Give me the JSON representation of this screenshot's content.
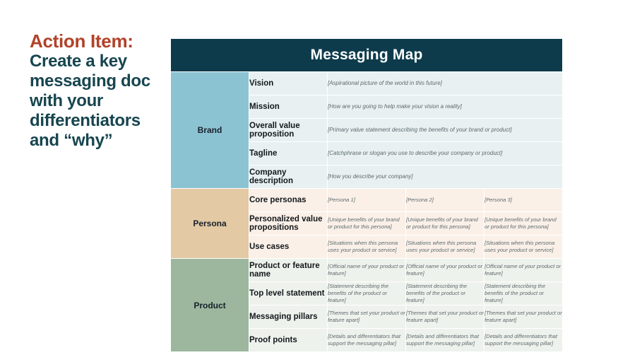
{
  "action_item": {
    "headline": "Action Item:",
    "body": "Create a key messaging doc with your differentiators and “why”",
    "headline_color": "#B14228",
    "body_color": "#17454F"
  },
  "table": {
    "title": "Messaging Map",
    "title_bg": "#0D3B4C",
    "title_color": "#FFFFFF",
    "sections": [
      {
        "label": "Brand",
        "label_bg": "#8CC3D3",
        "cell_bg": "#E8F0F2",
        "single_column": true,
        "rows": [
          {
            "label": "Vision",
            "values": [
              "[Aspirational picture of the world in this future]"
            ]
          },
          {
            "label": "Mission",
            "values": [
              "[How are you going to help make your vision a reality]"
            ]
          },
          {
            "label": "Overall value proposition",
            "values": [
              "[Primary value statement describing the benefits of your brand or product]"
            ]
          },
          {
            "label": "Tagline",
            "values": [
              "[Catchphrase or slogan you use to describe your company or product]"
            ]
          },
          {
            "label": "Company description",
            "values": [
              "[How you describe your company]"
            ]
          }
        ]
      },
      {
        "label": "Persona",
        "label_bg": "#E3C9A4",
        "cell_bg": "#FAF0E8",
        "single_column": false,
        "rows": [
          {
            "label": "Core personas",
            "values": [
              "[Persona 1]",
              "[Persona 2]",
              "[Persona 3]"
            ]
          },
          {
            "label": "Personalized value propositions",
            "values": [
              "[Unique benefits of your brand or product for this persona]",
              "[Unique benefits of your brand or product for this persona]",
              "[Unique benefits of your brand or product for this persona]"
            ]
          },
          {
            "label": "Use cases",
            "values": [
              "[Situations when this persona uses your product or service]",
              "[Situations when this persona uses your product or service]",
              "[Situations when this persona uses your product or service]"
            ]
          }
        ]
      },
      {
        "label": "Product",
        "label_bg": "#9CB79E",
        "cell_bg": "#EEF2EC",
        "single_column": false,
        "rows": [
          {
            "label": "Product or feature name",
            "values": [
              "[Official name of your product or feature]",
              "[Official name of your product or feature]",
              "[Official name of your product or feature]"
            ]
          },
          {
            "label": "Top level statement",
            "values": [
              "[Statement describing the benefits of the product or feature]",
              "[Statement describing the benefits of the product or feature]",
              "[Statement describing the benefits of the product or feature]"
            ]
          },
          {
            "label": "Messaging pillars",
            "values": [
              "[Themes that set your product or feature apart]",
              "[Themes that set your product or feature apart]",
              "[Themes that set your product or feature apart]"
            ]
          },
          {
            "label": "Proof points",
            "values": [
              "[Details and differentiators that support the messaging pillar]",
              "[Details and differentiators that support the messaging pillar]",
              "[Details and differentiators that support the messaging pillar]"
            ]
          }
        ]
      }
    ]
  }
}
